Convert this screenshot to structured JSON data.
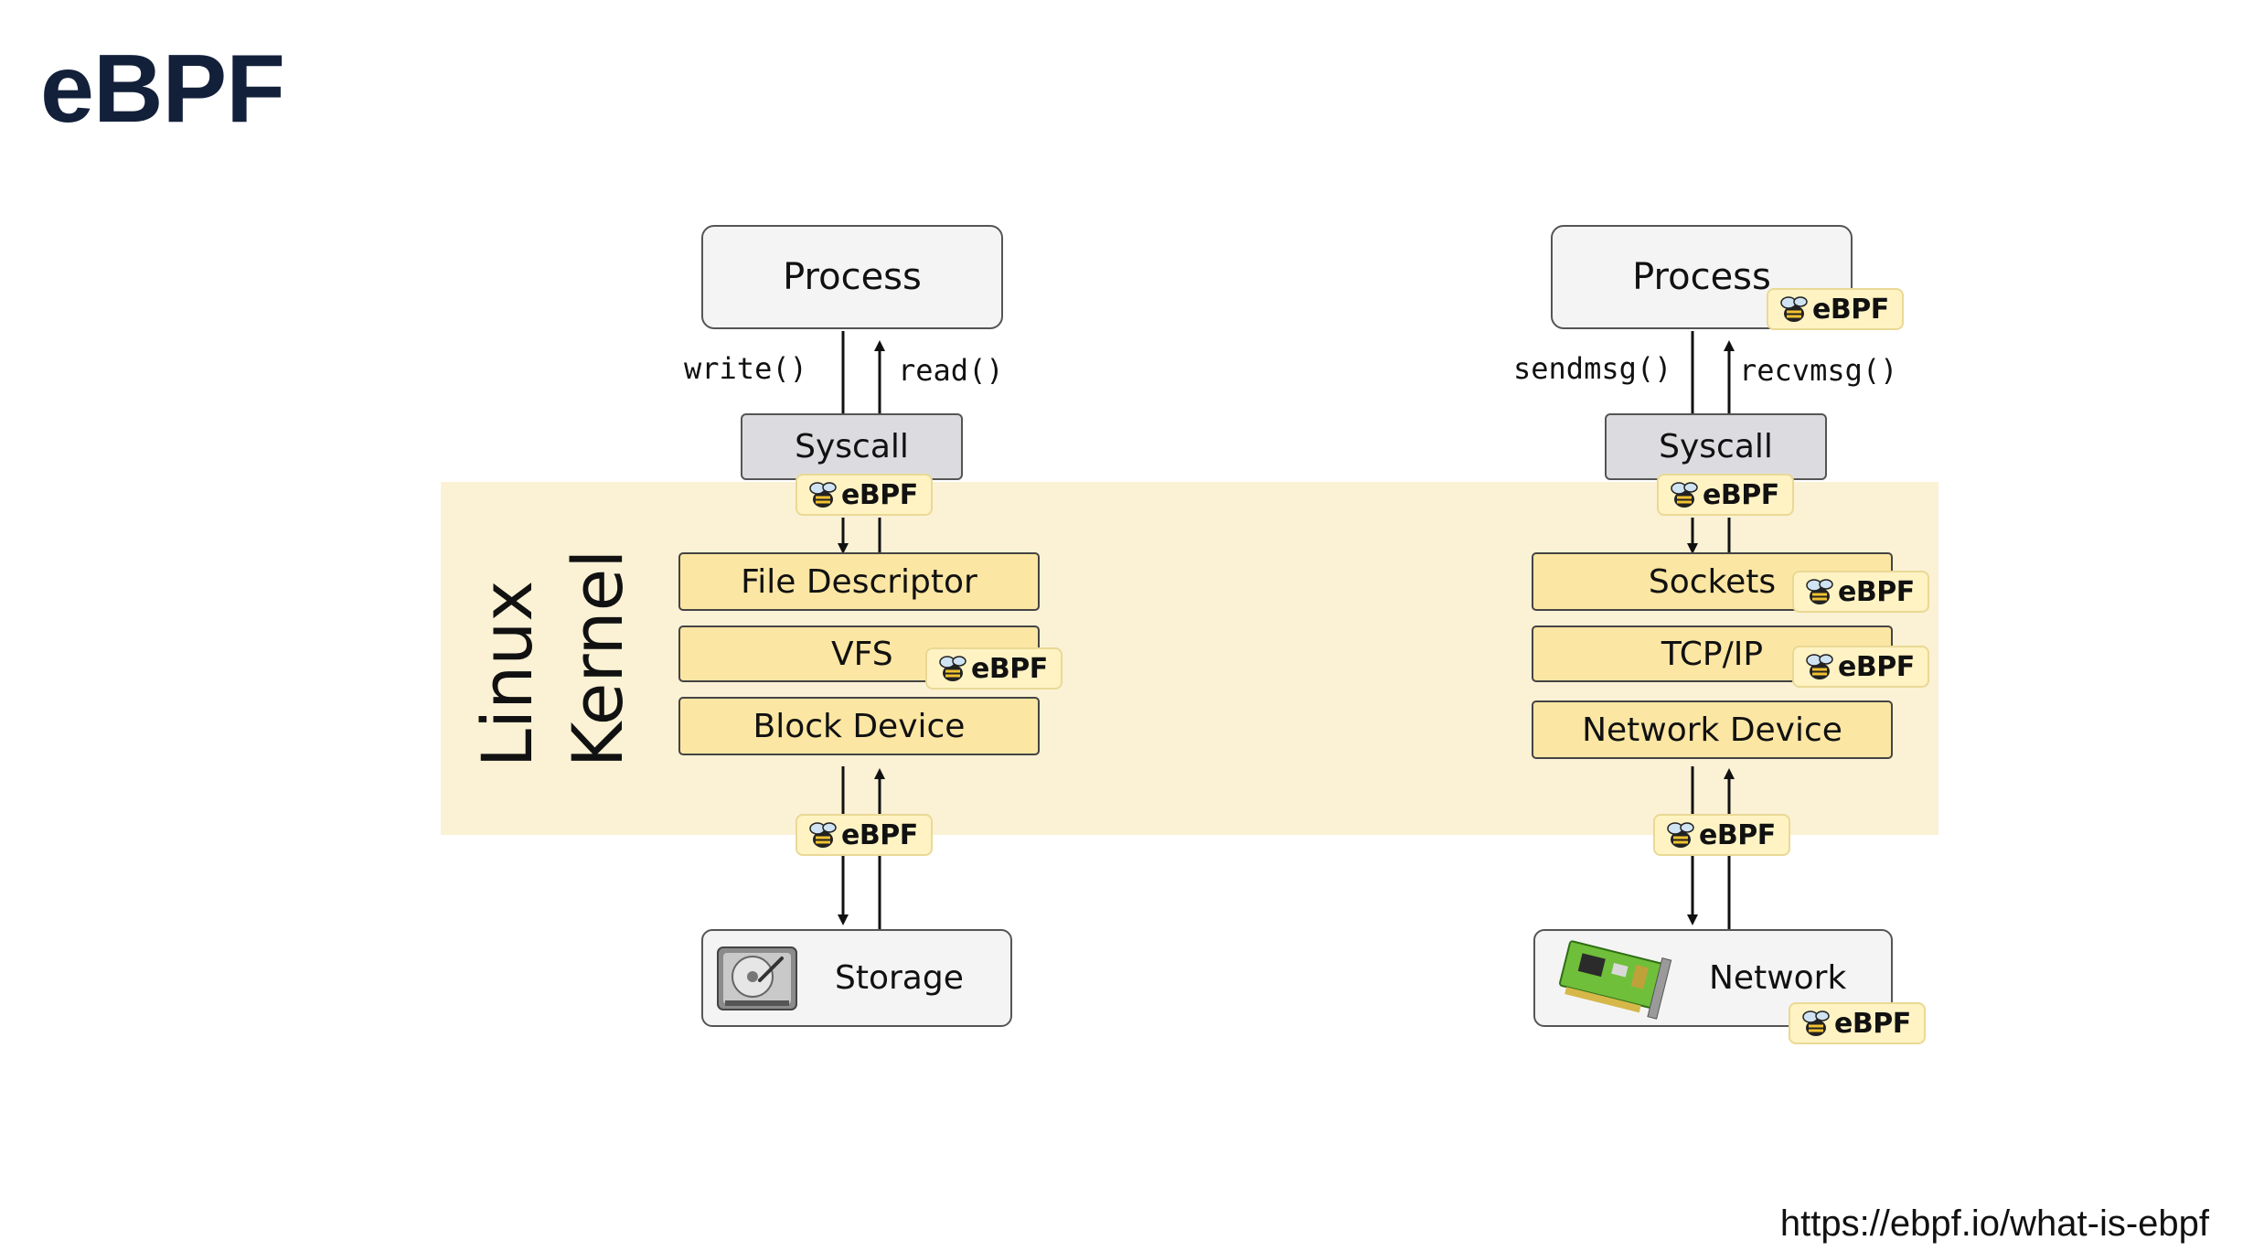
{
  "title": "eBPF",
  "kernel_label": "Linux\nKernel",
  "ebpf_badge_text": "eBPF",
  "left_stack": {
    "process": "Process",
    "call_out": "write()",
    "call_in": "read()",
    "syscall": "Syscall",
    "layers": [
      "File Descriptor",
      "VFS",
      "Block Device"
    ],
    "device": "Storage"
  },
  "right_stack": {
    "process": "Process",
    "call_out": "sendmsg()",
    "call_in": "recvmsg()",
    "syscall": "Syscall",
    "layers": [
      "Sockets",
      "TCP/IP",
      "Network Device"
    ],
    "device": "Network"
  },
  "source_url": "https://ebpf.io/what-is-ebpf",
  "colors": {
    "kernel_band": "#fbf1d5",
    "layer_fill": "#fbe6a3",
    "syscall_fill": "#dcdce0",
    "badge_fill": "#fff3c4",
    "title": "#13203a"
  }
}
